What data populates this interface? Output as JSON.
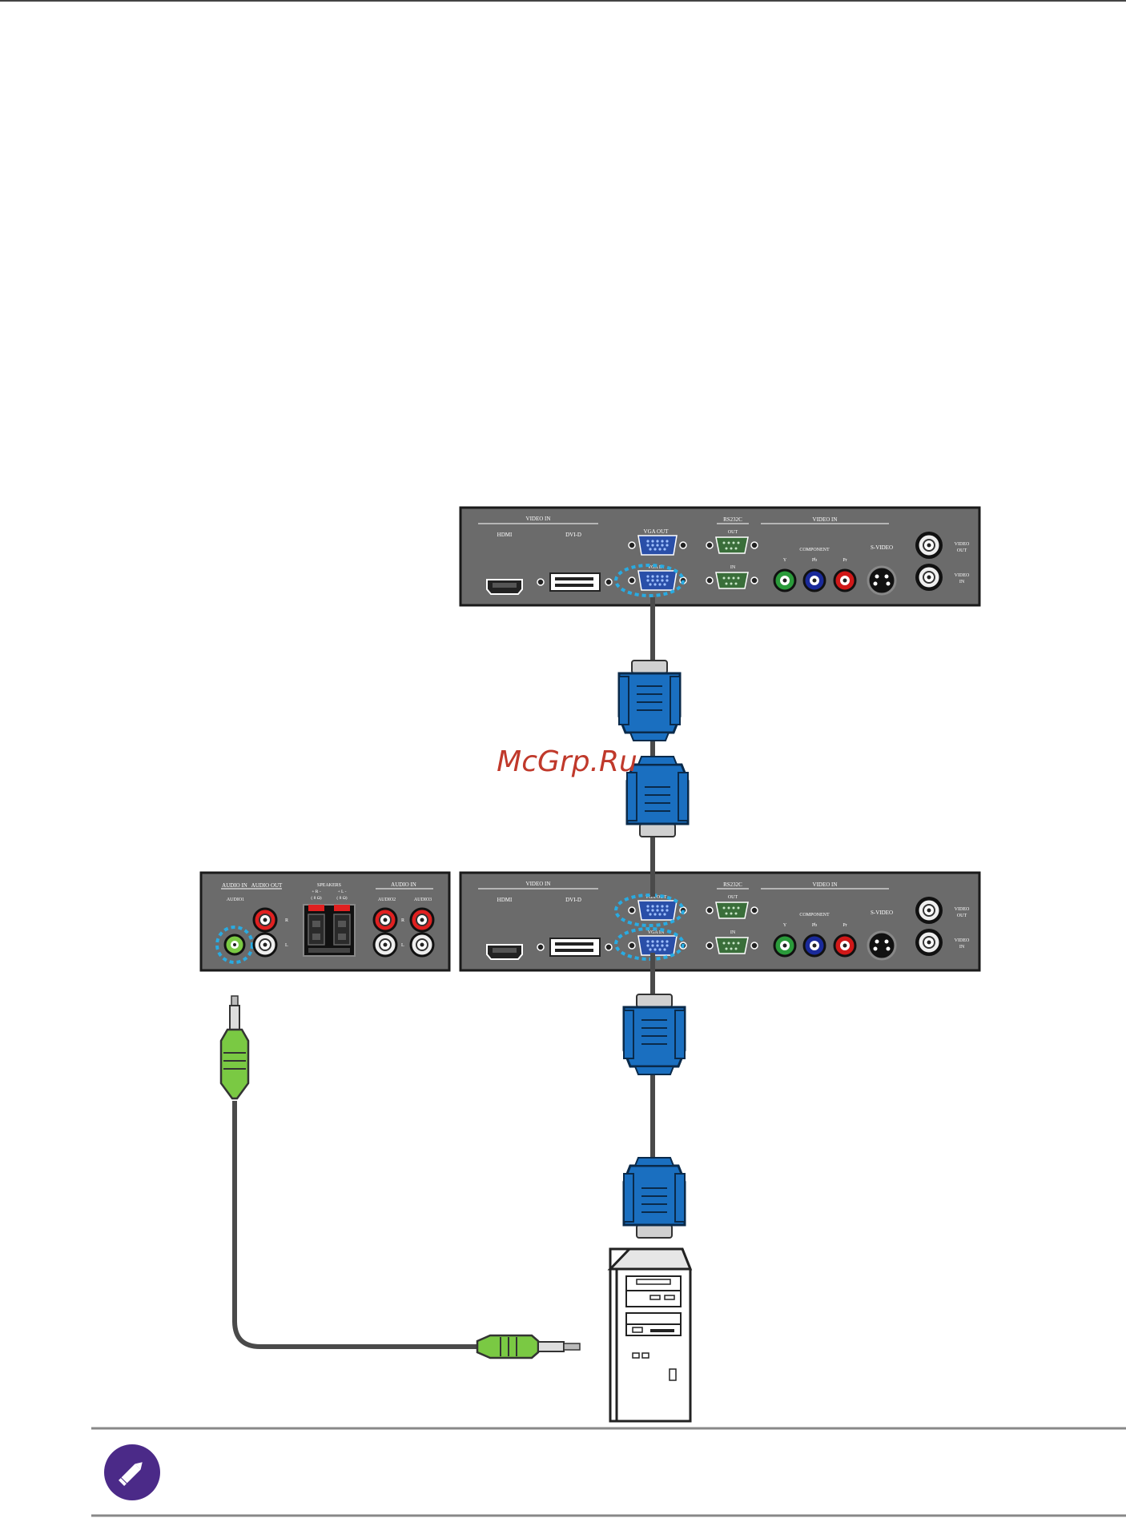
{
  "watermark": "McGrp.Ru",
  "colors": {
    "panel": "#6b6b6b",
    "panel_border": "#1a1a1a",
    "cable": "#4a4a4a",
    "vga_blue": "#1a6fc0",
    "audio_green": "#7ac943",
    "highlight": "#29abe2",
    "note_icon": "#4b2a88",
    "watermark": "#c0392b"
  },
  "top_panel": {
    "video_in_left": "VIDEO IN",
    "hdmi": "HDMI",
    "dvid": "DVI-D",
    "vga_out": "VGA OUT",
    "vga_in": "VGA IN",
    "rs232c": "RS232C",
    "out": "OUT",
    "in": "IN",
    "video_in_right": "VIDEO IN",
    "component": "COMPONENT",
    "y": "Y",
    "pb": "Pb",
    "pr": "Pr",
    "svideo": "S-VIDEO",
    "video_out": "VIDEO",
    "video_out2": "OUT",
    "video_in": "VIDEO",
    "video_in2": "IN"
  },
  "bottom_panel": {
    "video_in_left": "VIDEO IN",
    "hdmi": "HDMI",
    "dvid": "DVI-D",
    "vga_out": "VGA OUT",
    "vga_in": "VGA IN",
    "rs232c": "RS232C",
    "out": "OUT",
    "in": "IN",
    "video_in_right": "VIDEO IN",
    "component": "COMPONENT",
    "y": "Y",
    "pb": "Pb",
    "pr": "Pr",
    "svideo": "S-VIDEO",
    "video_out": "VIDEO",
    "video_out2": "OUT",
    "video_in": "VIDEO",
    "video_in2": "IN"
  },
  "audio_panel": {
    "audio_in": "AUDIO IN",
    "audio_out": "AUDIO OUT",
    "audio1": "AUDIO1",
    "speakers": "SPEAKERS",
    "spk_r": "+ R -",
    "spk_l": "+ L -",
    "ohm_r": "( 8 Ω)",
    "ohm_l": "( 8 Ω)",
    "audio_in2": "AUDIO IN",
    "audio2": "AUDIO2",
    "audio3": "AUDIO3",
    "r": "R",
    "l": "L"
  }
}
